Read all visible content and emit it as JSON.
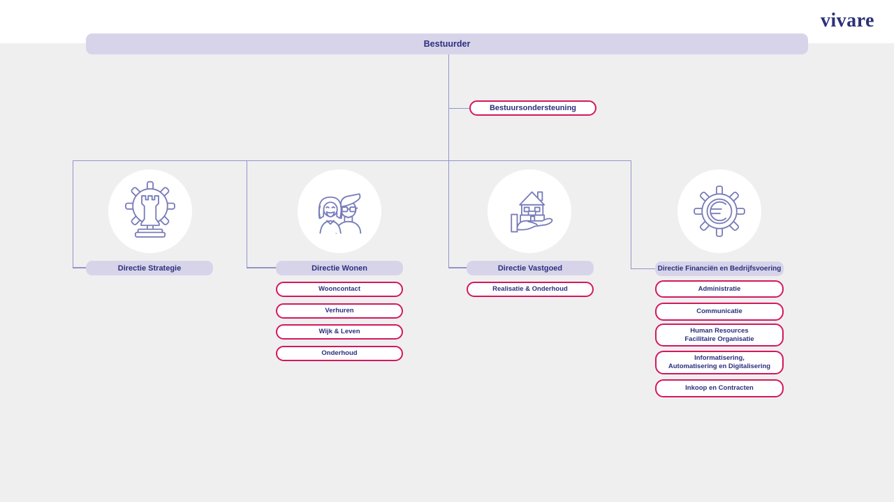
{
  "brand": {
    "logo_text": "vivare"
  },
  "org": {
    "root_label": "Bestuurder",
    "staff_label": "Bestuursondersteuning",
    "branches": [
      {
        "label": "Directie Strategie",
        "icon": "gear-rook-icon",
        "children": []
      },
      {
        "label": "Directie Wonen",
        "icon": "couple-icon",
        "children": [
          "Wooncontact",
          "Verhuren",
          "Wijk & Leven",
          "Onderhoud"
        ]
      },
      {
        "label": "Directie Vastgoed",
        "icon": "house-in-hand-icon",
        "children": [
          "Realisatie & Onderhoud"
        ]
      },
      {
        "label": "Directie Financiën en Bedrijfsvoering",
        "icon": "gear-euro-icon",
        "children": [
          "Administratie",
          "Communicatie",
          "Human Resources\nFacilitaire Organisatie",
          "Informatisering,\nAutomatisering en Digitalisering",
          "Inkoop en Contracten"
        ]
      }
    ]
  },
  "colors": {
    "background": "#f0eff0",
    "band_white": "#ffffff",
    "lavender": "#d7d4ea",
    "text_blue": "#2b2f7d",
    "pill_border_red": "#d4175c",
    "connector_line": "#9094c7",
    "icon_stroke": "#787cb9",
    "logo_navy": "#2c3179"
  }
}
